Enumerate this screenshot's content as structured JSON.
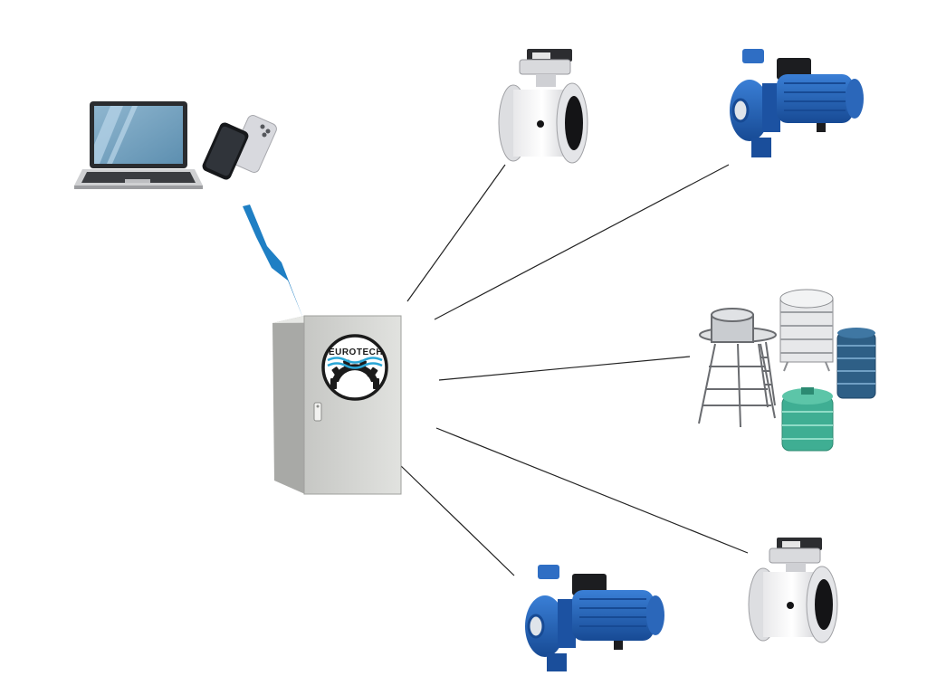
{
  "brand": {
    "name": "EUROTECH",
    "colors": {
      "wave": "#2aa6d6",
      "gear": "#1b1b1b",
      "cabinet": "#d2d3d0",
      "pump_blue": "#1f5fb8",
      "lightning": "#1f7fc4"
    }
  },
  "nodes": {
    "controller": "control-cabinet",
    "remote_access": [
      "laptop",
      "smartphone"
    ],
    "field_devices": [
      "flow-meter",
      "centrifugal-pump",
      "water-tanks",
      "flow-meter",
      "centrifugal-pump"
    ]
  },
  "icons": [
    "laptop-icon",
    "smartphone-icon",
    "wireless-signal-icon",
    "flow-meter-icon",
    "pump-icon",
    "water-tower-icon",
    "storage-tank-icon"
  ]
}
